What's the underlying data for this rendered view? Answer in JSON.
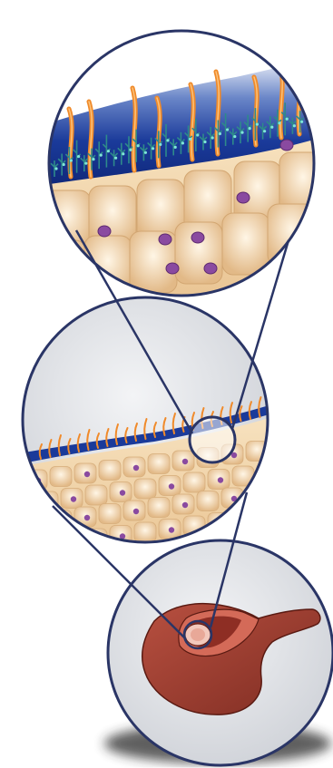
{
  "illustration": {
    "panels": [
      {
        "id": "top",
        "subject": "cilia-and-mucus-closeup"
      },
      {
        "id": "middle",
        "subject": "epithelium-section"
      },
      {
        "id": "bottom",
        "subject": "organ-cutaway"
      }
    ],
    "colors": {
      "outline": "#2a3566",
      "mucus": "#12308a",
      "cilia": "#f08a2a",
      "cell": "#f1d7ad",
      "nucleus": "#8a4aa0",
      "tissue": "#9e3c2c",
      "panel_bg": "#e4e6ea"
    }
  }
}
